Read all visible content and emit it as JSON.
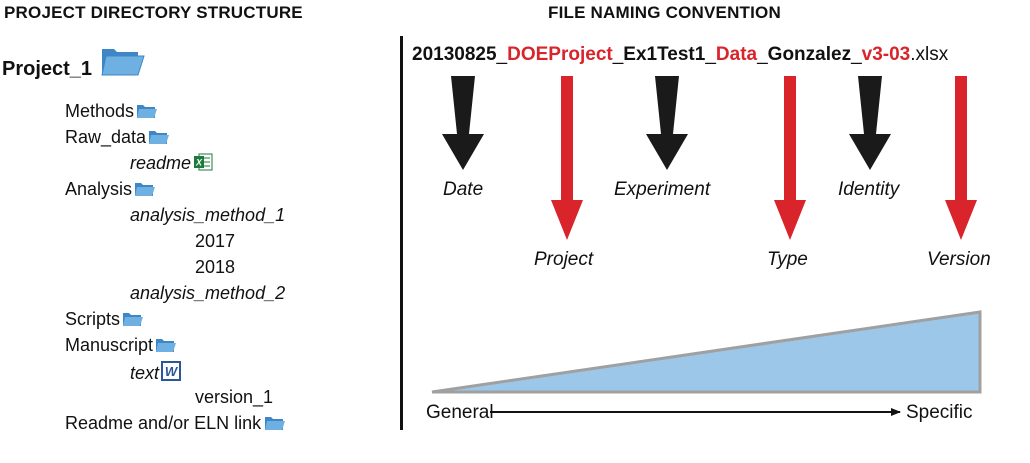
{
  "left": {
    "heading": "PROJECT DIRECTORY STRUCTURE",
    "root": {
      "label": "Project_1",
      "icon": "folder-icon"
    },
    "items": [
      {
        "label": "Methods",
        "icon": "folder-icon"
      },
      {
        "label": "Raw_data",
        "icon": "folder-icon"
      },
      {
        "label": "readme",
        "icon": "excel-file-icon"
      },
      {
        "label": "Analysis",
        "icon": "folder-icon"
      },
      {
        "label": "analysis_method_1"
      },
      {
        "label": "2017"
      },
      {
        "label": "2018"
      },
      {
        "label": "analysis_method_2"
      },
      {
        "label": "Scripts",
        "icon": "folder-icon"
      },
      {
        "label": "Manuscript",
        "icon": "folder-icon"
      },
      {
        "label": "text",
        "icon": "word-file-icon"
      },
      {
        "label": "version_1"
      },
      {
        "label": "Readme and/or ELN link",
        "icon": "folder-icon"
      }
    ]
  },
  "right": {
    "heading": "FILE NAMING CONVENTION",
    "filename_parts": [
      {
        "text": "20130825",
        "style": "bold"
      },
      {
        "text": "_",
        "style": "normal"
      },
      {
        "text": "DOEProject",
        "style": "red"
      },
      {
        "text": "_",
        "style": "normal"
      },
      {
        "text": "Ex1Test1",
        "style": "bold"
      },
      {
        "text": "_",
        "style": "normal"
      },
      {
        "text": "Data",
        "style": "red"
      },
      {
        "text": "_",
        "style": "normal"
      },
      {
        "text": "Gonzalez",
        "style": "bold"
      },
      {
        "text": "_",
        "style": "normal"
      },
      {
        "text": "v3-03",
        "style": "red"
      },
      {
        "text": ".xlsx",
        "style": "normal"
      }
    ],
    "labels": {
      "date": "Date",
      "project": "Project",
      "experiment": "Experiment",
      "type": "Type",
      "identity": "Identity",
      "version": "Version"
    },
    "scale": {
      "left": "General",
      "right": "Specific"
    }
  },
  "colors": {
    "red": "#d9242b",
    "black_arrow": "#1a1a1a",
    "folder": "#5a9fd4",
    "wedge": "#9dc7e8",
    "wedge_border": "#a0a0a0",
    "excel": "#1e7a3c",
    "word": "#2b579a"
  }
}
